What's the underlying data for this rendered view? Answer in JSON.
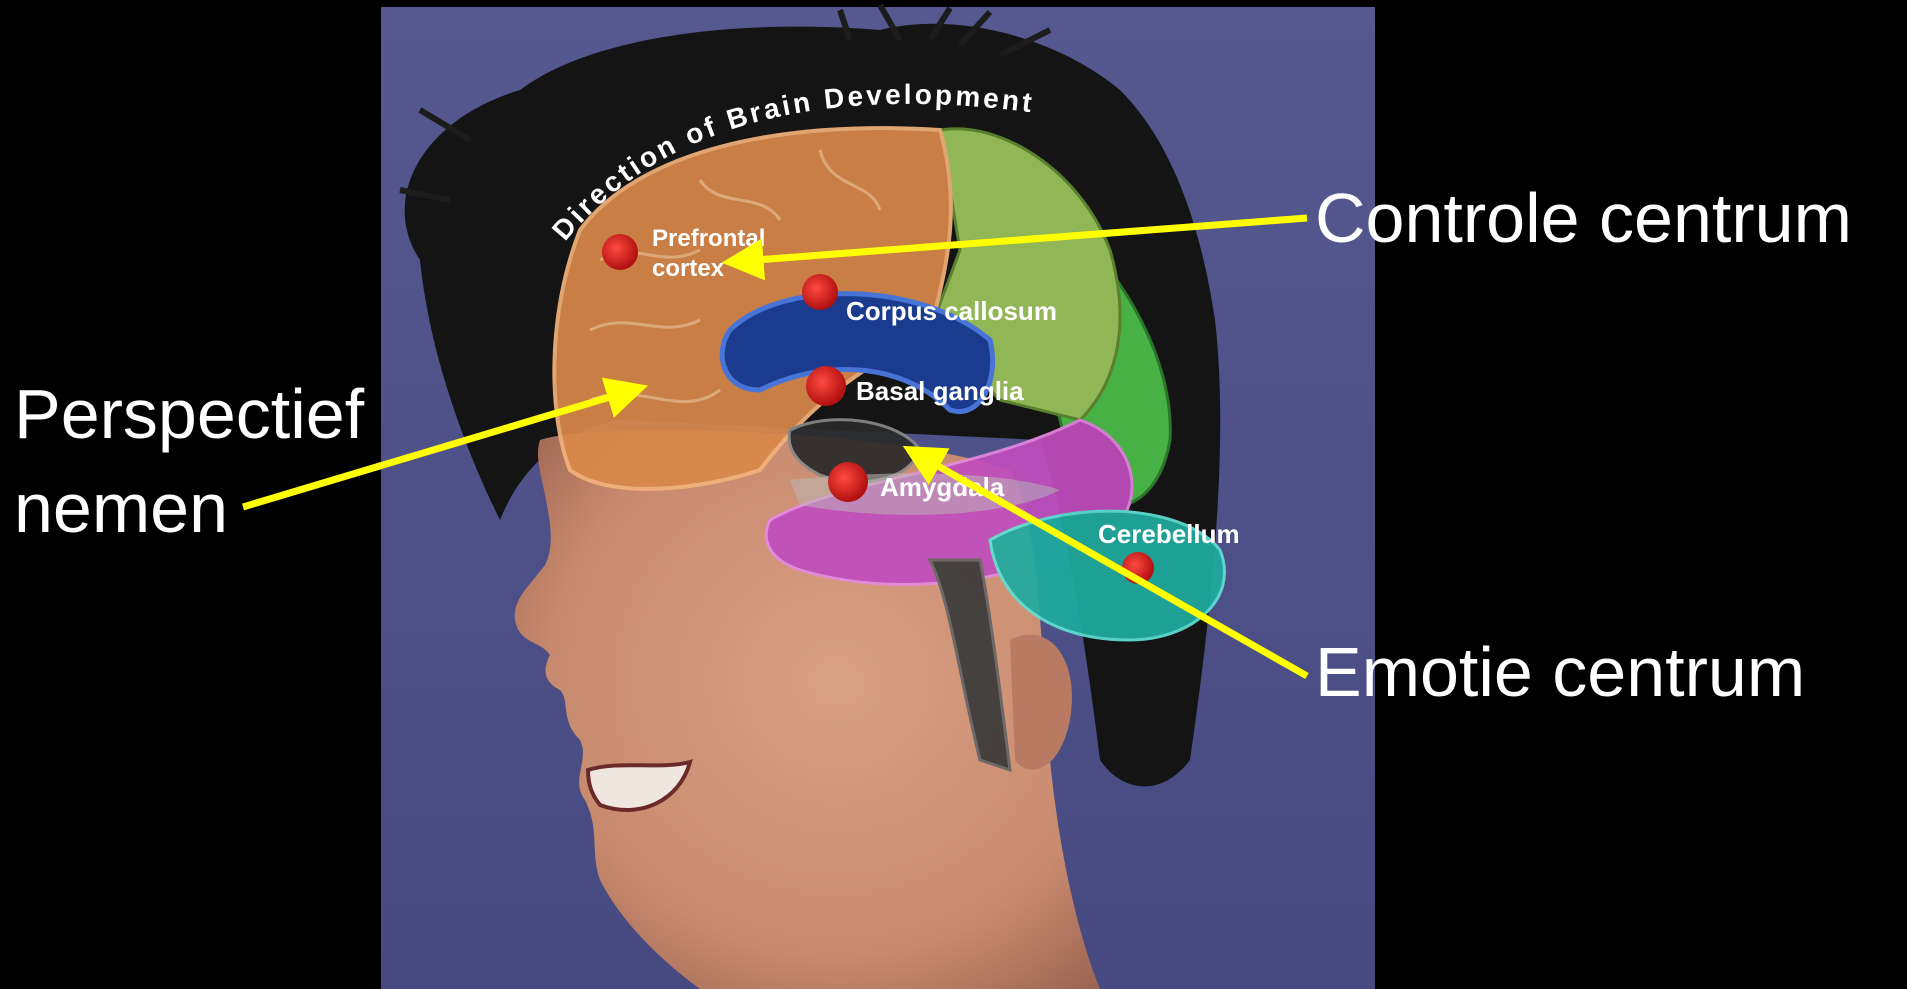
{
  "figure": {
    "arc_title": "Direction of Brain Development",
    "brain_labels": {
      "prefrontal_line1": "Prefrontal",
      "prefrontal_line2": "cortex",
      "corpus_callosum": "Corpus callosum",
      "basal_ganglia": "Basal ganglia",
      "amygdala": "Amygdala",
      "cerebellum": "Cerebellum"
    }
  },
  "callouts": {
    "controle": "Controle centrum",
    "perspectief_line1": "Perspectief",
    "perspectief_line2": "nemen",
    "emotie": "Emotie centrum"
  },
  "colors": {
    "background": "#000000",
    "photo_background": "#4c4f86",
    "arrow": "#ffff00",
    "frontal_lobe": "#d8884a",
    "parietal_lobe": "#9cc45c",
    "occipital_lobe": "#4cbf4a",
    "temporal_lobe": "#c04dbe",
    "cerebellum": "#1faca0",
    "corpus_callosum": "#2a5ac8",
    "marker": "#d81e1e",
    "text": "#ffffff"
  }
}
